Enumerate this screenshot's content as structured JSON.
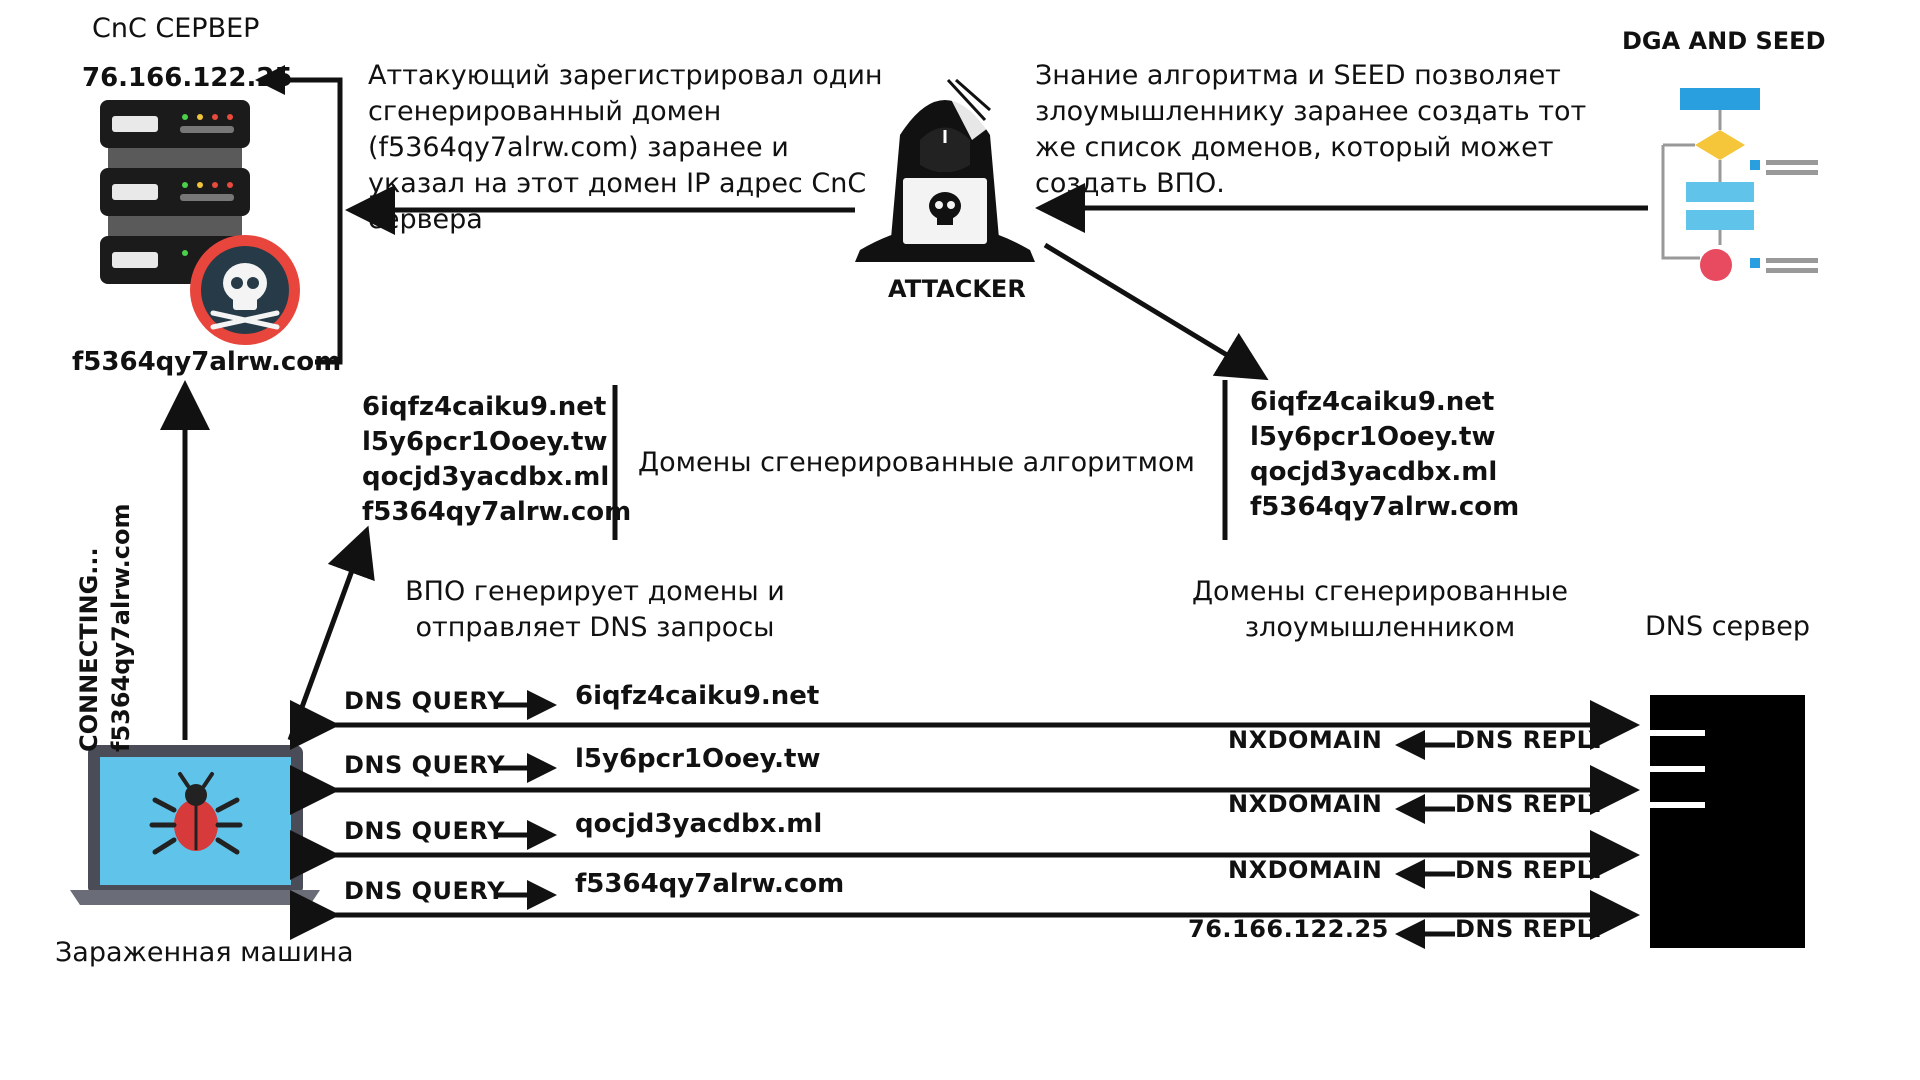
{
  "cnc": {
    "title": "CnC СЕРВЕР",
    "ip": "76.166.122.25",
    "domain": "f5364qy7alrw.com"
  },
  "attacker": {
    "label": "ATTACKER",
    "note": "Аттакующий зарегистрировал один  сгенерированный домен (f5364qy7alrw.com) заранее и указал на этот домен IP адрес CnC сервера"
  },
  "dga": {
    "title": "DGA AND SEED",
    "note": "Знание алгоритма и SEED позволяет злоумышленнику заранее создать тот же список доменов, который может создать ВПО."
  },
  "generated_center_label": "Домены сгенерированные  алгоритмом",
  "malware_domains": [
    "6iqfz4caiku9.net",
    "l5y6pcr1Ooey.tw",
    "qocjd3yacdbx.ml",
    "f5364qy7alrw.com"
  ],
  "attacker_domains": [
    "6iqfz4caiku9.net",
    "l5y6pcr1Ooey.tw",
    "qocjd3yacdbx.ml",
    "f5364qy7alrw.com"
  ],
  "malware_note": "ВПО генерирует домены и отправляет DNS запросы",
  "attacker_domains_note": "Домены сгенерированные злоумышленником",
  "dns_server_label": "DNS сервер",
  "infected": {
    "label": "Зараженная машина",
    "connecting_line1": "CONNECTING...",
    "connecting_line2": "f5364qy7alrw.com"
  },
  "dns_rows": [
    {
      "query": "DNS QUERY",
      "domain": "6iqfz4caiku9.net",
      "answer": "NXDOMAIN",
      "reply": "DNS REPLY"
    },
    {
      "query": "DNS QUERY",
      "domain": "l5y6pcr1Ooey.tw",
      "answer": "NXDOMAIN",
      "reply": "DNS REPLY"
    },
    {
      "query": "DNS QUERY",
      "domain": "qocjd3yacdbx.ml",
      "answer": "NXDOMAIN",
      "reply": "DNS REPLY"
    },
    {
      "query": "DNS QUERY",
      "domain": "f5364qy7alrw.com",
      "answer": "76.166.122.25",
      "reply": "DNS REPLY"
    }
  ],
  "colors": {
    "arrow": "#111111",
    "server": "#1b1b1b",
    "skull_ring": "#e8463c",
    "laptop_screen": "#5fc3ea",
    "bug": "#d63a3a",
    "flow_blue": "#2a9fe0",
    "flow_yellow": "#f5c53a",
    "flow_red": "#e84a5f"
  },
  "icons": [
    "server-icon",
    "skull-icon",
    "hacker-icon",
    "flowchart-icon",
    "laptop-icon",
    "bug-icon",
    "dns-server-icon"
  ]
}
